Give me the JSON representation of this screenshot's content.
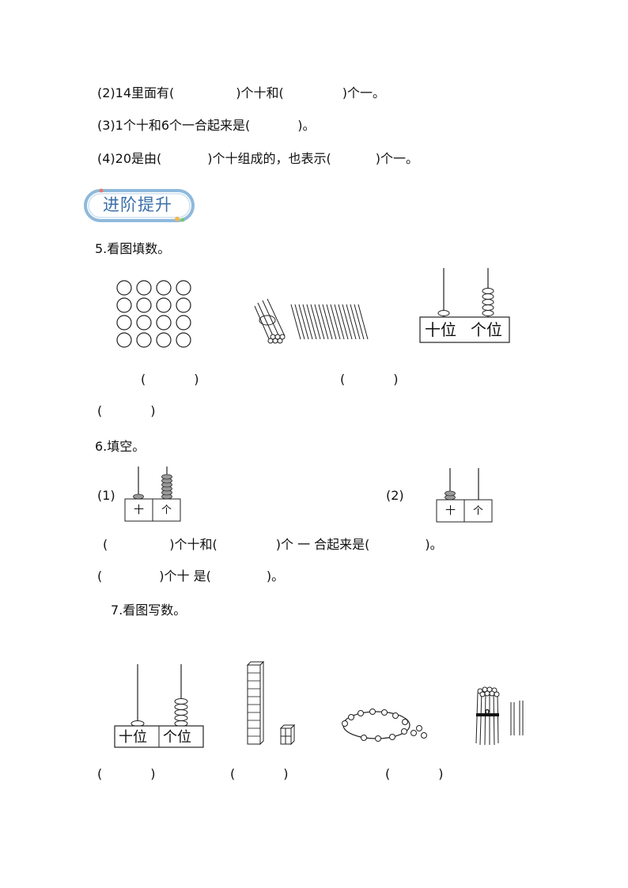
{
  "q2": {
    "label": "(2)14里面有(",
    "mid": ")个十和(",
    "end": ")个一。"
  },
  "q3": {
    "label": "(3)1个十和6个一合起来是(",
    "end": ")。"
  },
  "q4": {
    "label": "(4)20是由(",
    "mid": ")个十组成的，也表示(",
    "end": ")个一。"
  },
  "section_badge": "进阶提升",
  "q5": {
    "title": "5.看图填数。",
    "abacus_labels": {
      "tens": "十位",
      "ones": "个位"
    },
    "blank1": "(            )",
    "blank2": "(            )",
    "blank3": "(            )"
  },
  "q6": {
    "title": "6.填空。",
    "sub1_label": "(1)",
    "sub2_label": "(2)",
    "abacus_labels": {
      "tens": "十",
      "ones": "个"
    },
    "line1": {
      "a": "(",
      "b": ")个十和(",
      "c": ")个  一  合起来是(",
      "d": ")。"
    },
    "line2": {
      "a": "(",
      "b": ")个十  是(",
      "c": ")。"
    }
  },
  "q7": {
    "title": "7.看图写数。",
    "abacus_labels": {
      "tens": "十位",
      "ones": "个位"
    },
    "blank1": "(            )",
    "blank2": "(            )",
    "blank3": "(            )"
  }
}
